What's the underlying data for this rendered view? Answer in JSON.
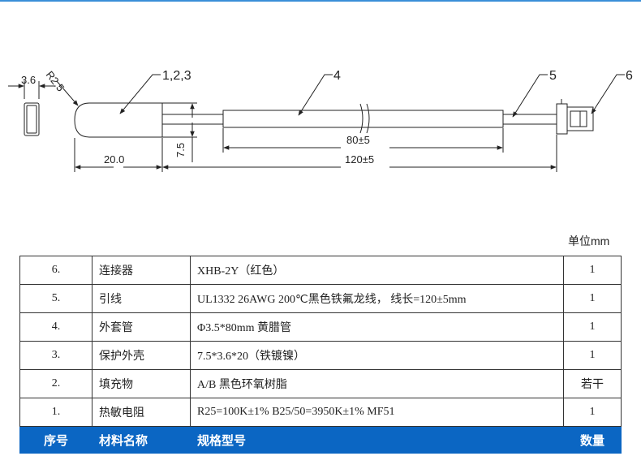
{
  "drawing": {
    "dims": {
      "width": "3.6",
      "radius": "R2.5",
      "height": "7.5",
      "body_length": "20.0",
      "sleeve_length": "80±5",
      "total_length": "120±5"
    },
    "callouts": {
      "probe": "1,2,3",
      "sleeve": "4",
      "lead": "5",
      "connector": "6"
    }
  },
  "unit_label": "单位mm",
  "table": {
    "header": [
      "序号",
      "材料名称",
      "规格型号",
      "数量"
    ],
    "rows": [
      {
        "no": "6.",
        "name": "连接器",
        "spec": "XHB-2Y（红色）",
        "qty": "1"
      },
      {
        "no": "5.",
        "name": "引线",
        "spec": "UL1332 26AWG 200℃黑色铁氟龙线，  线长=120±5mm",
        "qty": "1"
      },
      {
        "no": "4.",
        "name": "外套管",
        "spec": "Φ3.5*80mm 黄腊管",
        "qty": "1"
      },
      {
        "no": "3.",
        "name": "保护外壳",
        "spec": "7.5*3.6*20（铁镀镍）",
        "qty": "1"
      },
      {
        "no": "2.",
        "name": "填充物",
        "spec": "A/B 黑色环氧树脂",
        "qty": "若干"
      },
      {
        "no": "1.",
        "name": "热敏电阻",
        "spec": "R25=100K±1%    B25/50=3950K±1%    MF51",
        "qty": "1"
      }
    ]
  },
  "colors": {
    "accent": "#0b66c3",
    "topline": "#3a8fd8"
  }
}
